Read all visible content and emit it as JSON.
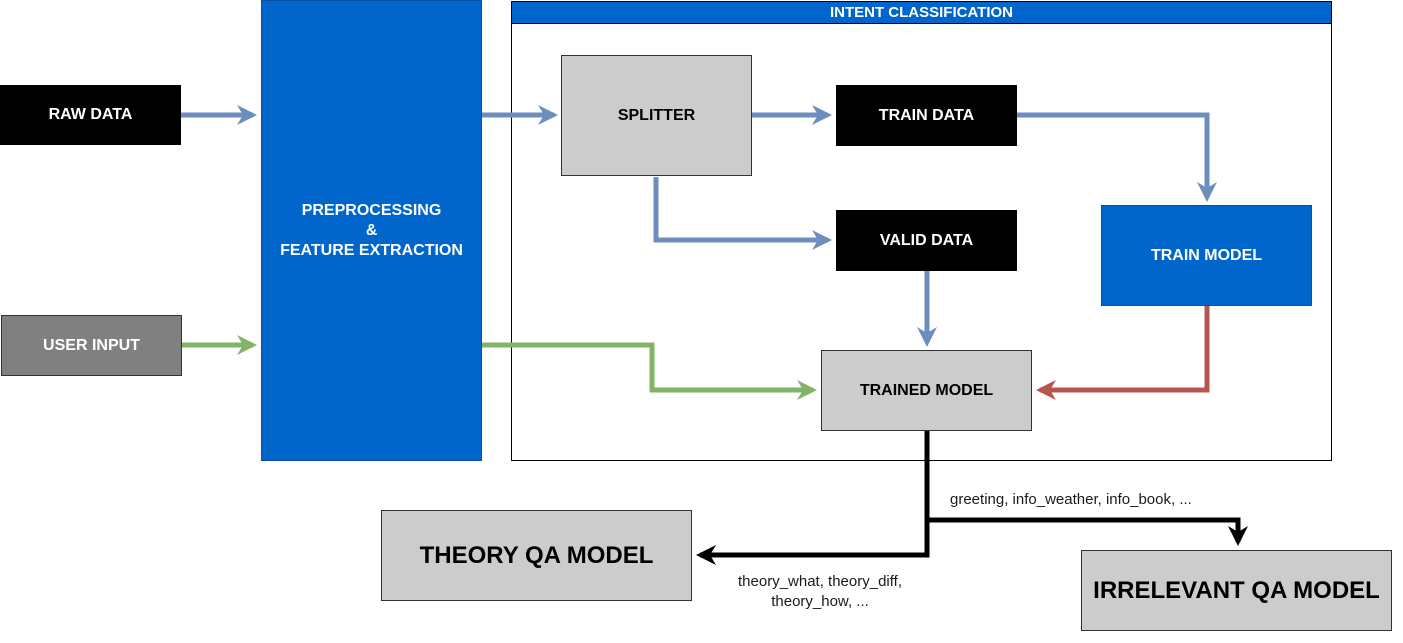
{
  "colors": {
    "blue_flow": "#6c8ebf",
    "green_flow": "#82b366",
    "red_flow": "#b85450",
    "black_flow": "#000000",
    "node_blue": "#0066cc",
    "node_grey": "#cccccc",
    "node_dark_grey": "#808080",
    "node_black": "#000000"
  },
  "nodes": {
    "raw_data": "RAW DATA",
    "user_input": "USER INPUT",
    "preprocessing": [
      "PREPROCESSING",
      "&",
      "FEATURE EXTRACTION"
    ],
    "splitter": "SPLITTER",
    "train_data": "TRAIN DATA",
    "valid_data": "VALID DATA",
    "train_model": "TRAIN MODEL",
    "trained_model": "TRAINED MODEL",
    "theory_qa_model": "THEORY QA MODEL",
    "irrelevant_qa_model": "IRRELEVANT QA MODEL"
  },
  "group": {
    "title": "INTENT CLASSIFICATION"
  },
  "edge_labels": {
    "irrelevant_intents": "greeting, info_weather, info_book, ...",
    "theory_intents_line1": "theory_what, theory_diff,",
    "theory_intents_line2": "theory_how, ..."
  }
}
